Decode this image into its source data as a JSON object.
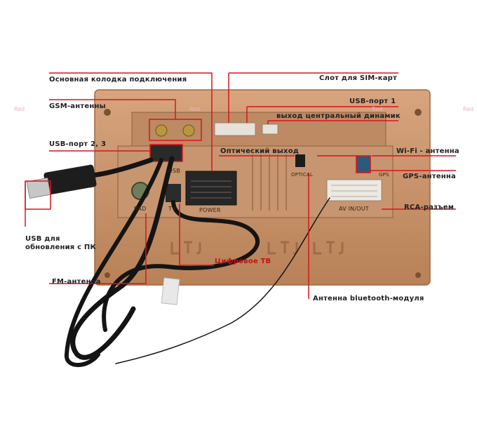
{
  "watermark": "Red",
  "labels": {
    "main_connector": "Основная колодка подключения",
    "gsm": "GSM-антенны",
    "usb23": "USB-порт 2, 3",
    "usb_update": "USB для обновления с ПК",
    "fm": "FM-антенна",
    "sim": "Слот для SIM-карт",
    "usb1": "USB-порт 1",
    "center_speaker": "выход центральный динамик",
    "optical_out": "Оптический выход",
    "wifi": "Wi-Fi - антенна",
    "gps": "GPS-антенна",
    "rca": "RCA-разъем",
    "digital_tv": "Цифровое ТВ",
    "bt_antenna": "Антенна bluetooth-модуля"
  },
  "device_marks": {
    "usb": "USB",
    "tv": "TV",
    "power": "POWER",
    "optical": "OPTICAL",
    "gps": "GPS",
    "av": "AV IN/OUT",
    "radio": "RAD",
    "brand": "LTJ LTJ LTJ"
  },
  "colors": {
    "callout_line": "#d9141c",
    "panel": "#c9926a",
    "cable": "#141414"
  }
}
